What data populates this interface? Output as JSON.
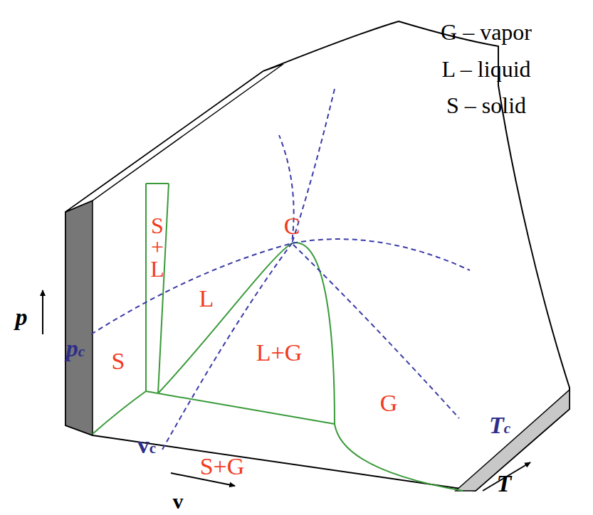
{
  "diagram": {
    "labels": [
      "G – vapor",
      "L – liquid",
      "S – solid",
      "C",
      "S + L",
      "L",
      "p",
      "pc",
      "S",
      "L+G",
      "G",
      "vc",
      "S+G",
      "Tc",
      "v",
      "T"
    ]
  }
}
